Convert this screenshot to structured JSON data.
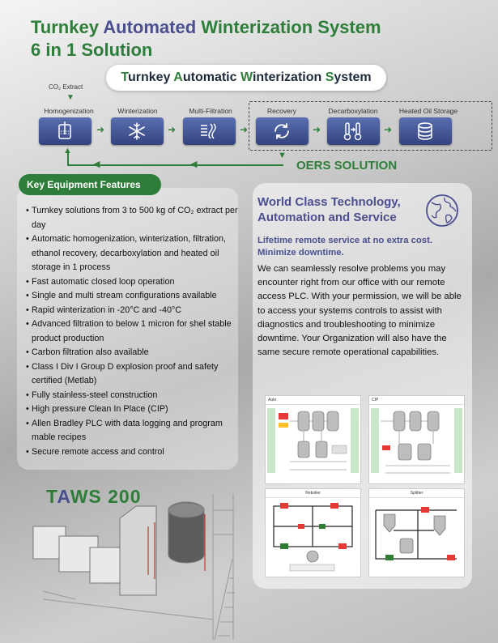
{
  "header": {
    "title_line1_a": "Turnkey ",
    "title_line1_b": "Automated",
    "title_line1_c": " Winterization System",
    "title_line2": "6 in 1 Solution"
  },
  "subtitle": {
    "t1": "T",
    "t2": "urnkey ",
    "a1": "A",
    "a2": "utomatic ",
    "w1": "W",
    "w2": "interization ",
    "s1": "S",
    "s2": "ystem"
  },
  "process": {
    "co2_label": "CO₂ Extract",
    "steps": [
      {
        "label": "Homogenization",
        "icon": "homogenizer-icon"
      },
      {
        "label": "Winterization",
        "icon": "snowflake-icon"
      },
      {
        "label": "Multi-Filtration",
        "icon": "filter-icon"
      },
      {
        "label": "Recovery",
        "icon": "recycle-icon"
      },
      {
        "label": "Decarboxylation",
        "icon": "thermometer-icon"
      },
      {
        "label": "Heated Oil Storage",
        "icon": "storage-tank-icon"
      }
    ],
    "oers_label": "OERS SOLUTION"
  },
  "features": {
    "header": "Key Equipment Features",
    "items": [
      "Turnkey solutions from 3 to 500 kg of CO₂ extract per day",
      "Automatic homogenization, winterization, filtration, ethanol recovery, decarboxylation and heated oil storage in 1 process",
      "Fast automatic closed loop operation",
      "Single and multi stream configurations available",
      "Rapid winterization in -20°C and -40°C",
      "Advanced filtration to below 1 micron for shel stable product production",
      "Carbon filtration also available",
      "Class I Div I Group D explosion proof and safety certified (Metlab)",
      "Fully stainless-steel construction",
      "High pressure Clean In Place (CIP)",
      "Allen Bradley PLC with data logging and program mable recipes",
      "Secure remote access and control"
    ]
  },
  "product": {
    "name_t": "T",
    "name_a": "A",
    "name_rest": "WS 200"
  },
  "service": {
    "title": "World Class Technology, Automation and Service",
    "head_line1": "Lifetime remote service at no extra cost.",
    "head_line2": "Minimize downtime.",
    "body": "We can seamlessly resolve problems you may encounter right from our office with our remote access PLC. With your permission, we will be able to access your systems controls to assist with diagnostics and troubleshooting to minimize downtime. Your Organization will also have the same secure remote operational capabilities.",
    "screens": [
      {
        "label": "Auto"
      },
      {
        "label": "CIP"
      },
      {
        "label": "Reboiler"
      },
      {
        "label": "Splitter"
      }
    ]
  },
  "colors": {
    "green": "#2f7d3a",
    "blue": "#4c4f8f",
    "step_box": "#3d4f8f"
  }
}
